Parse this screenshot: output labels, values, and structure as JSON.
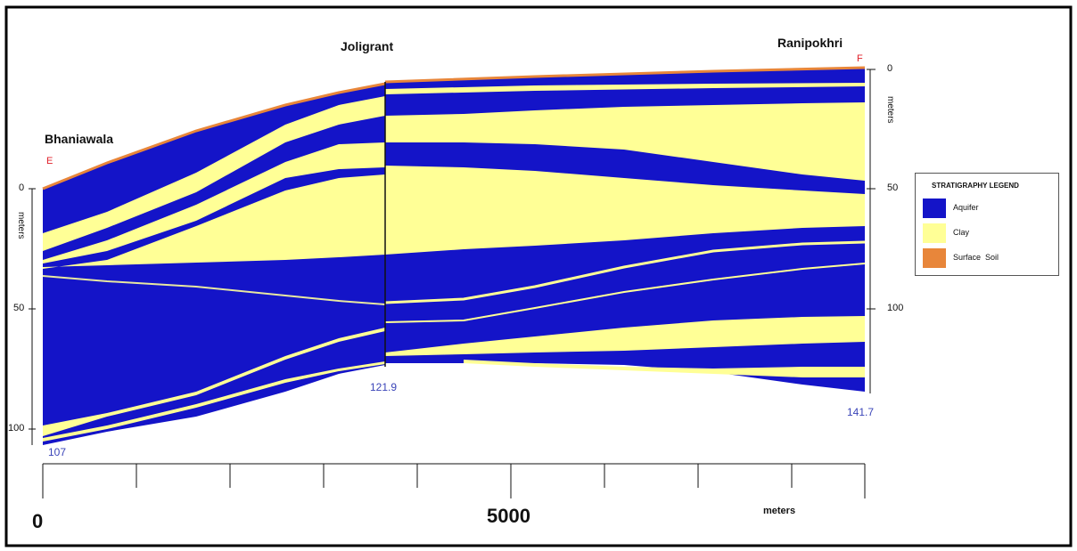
{
  "wells": [
    {
      "name": "Bhaniawala",
      "code": "E",
      "depth": "107"
    },
    {
      "name": "Joligrant",
      "depth": "121.9"
    },
    {
      "name": "Ranipokhri",
      "code": "F",
      "depth": "141.7"
    }
  ],
  "left_axis": {
    "ticks": [
      "0",
      "50",
      "100"
    ],
    "unit": "meters"
  },
  "right_axis": {
    "ticks": [
      "0",
      "50",
      "100"
    ],
    "unit": "meters"
  },
  "bottom_axis": {
    "start": "0",
    "mid": "5000",
    "unit": "meters"
  },
  "legend": {
    "title": "STRATIGRAPHY LEGEND",
    "items": [
      {
        "label": "Aquifer",
        "color": "#1414c8"
      },
      {
        "label": "Clay",
        "color": "#ffff96"
      },
      {
        "label": "Surface  Soil",
        "color": "#e8863a"
      }
    ]
  }
}
